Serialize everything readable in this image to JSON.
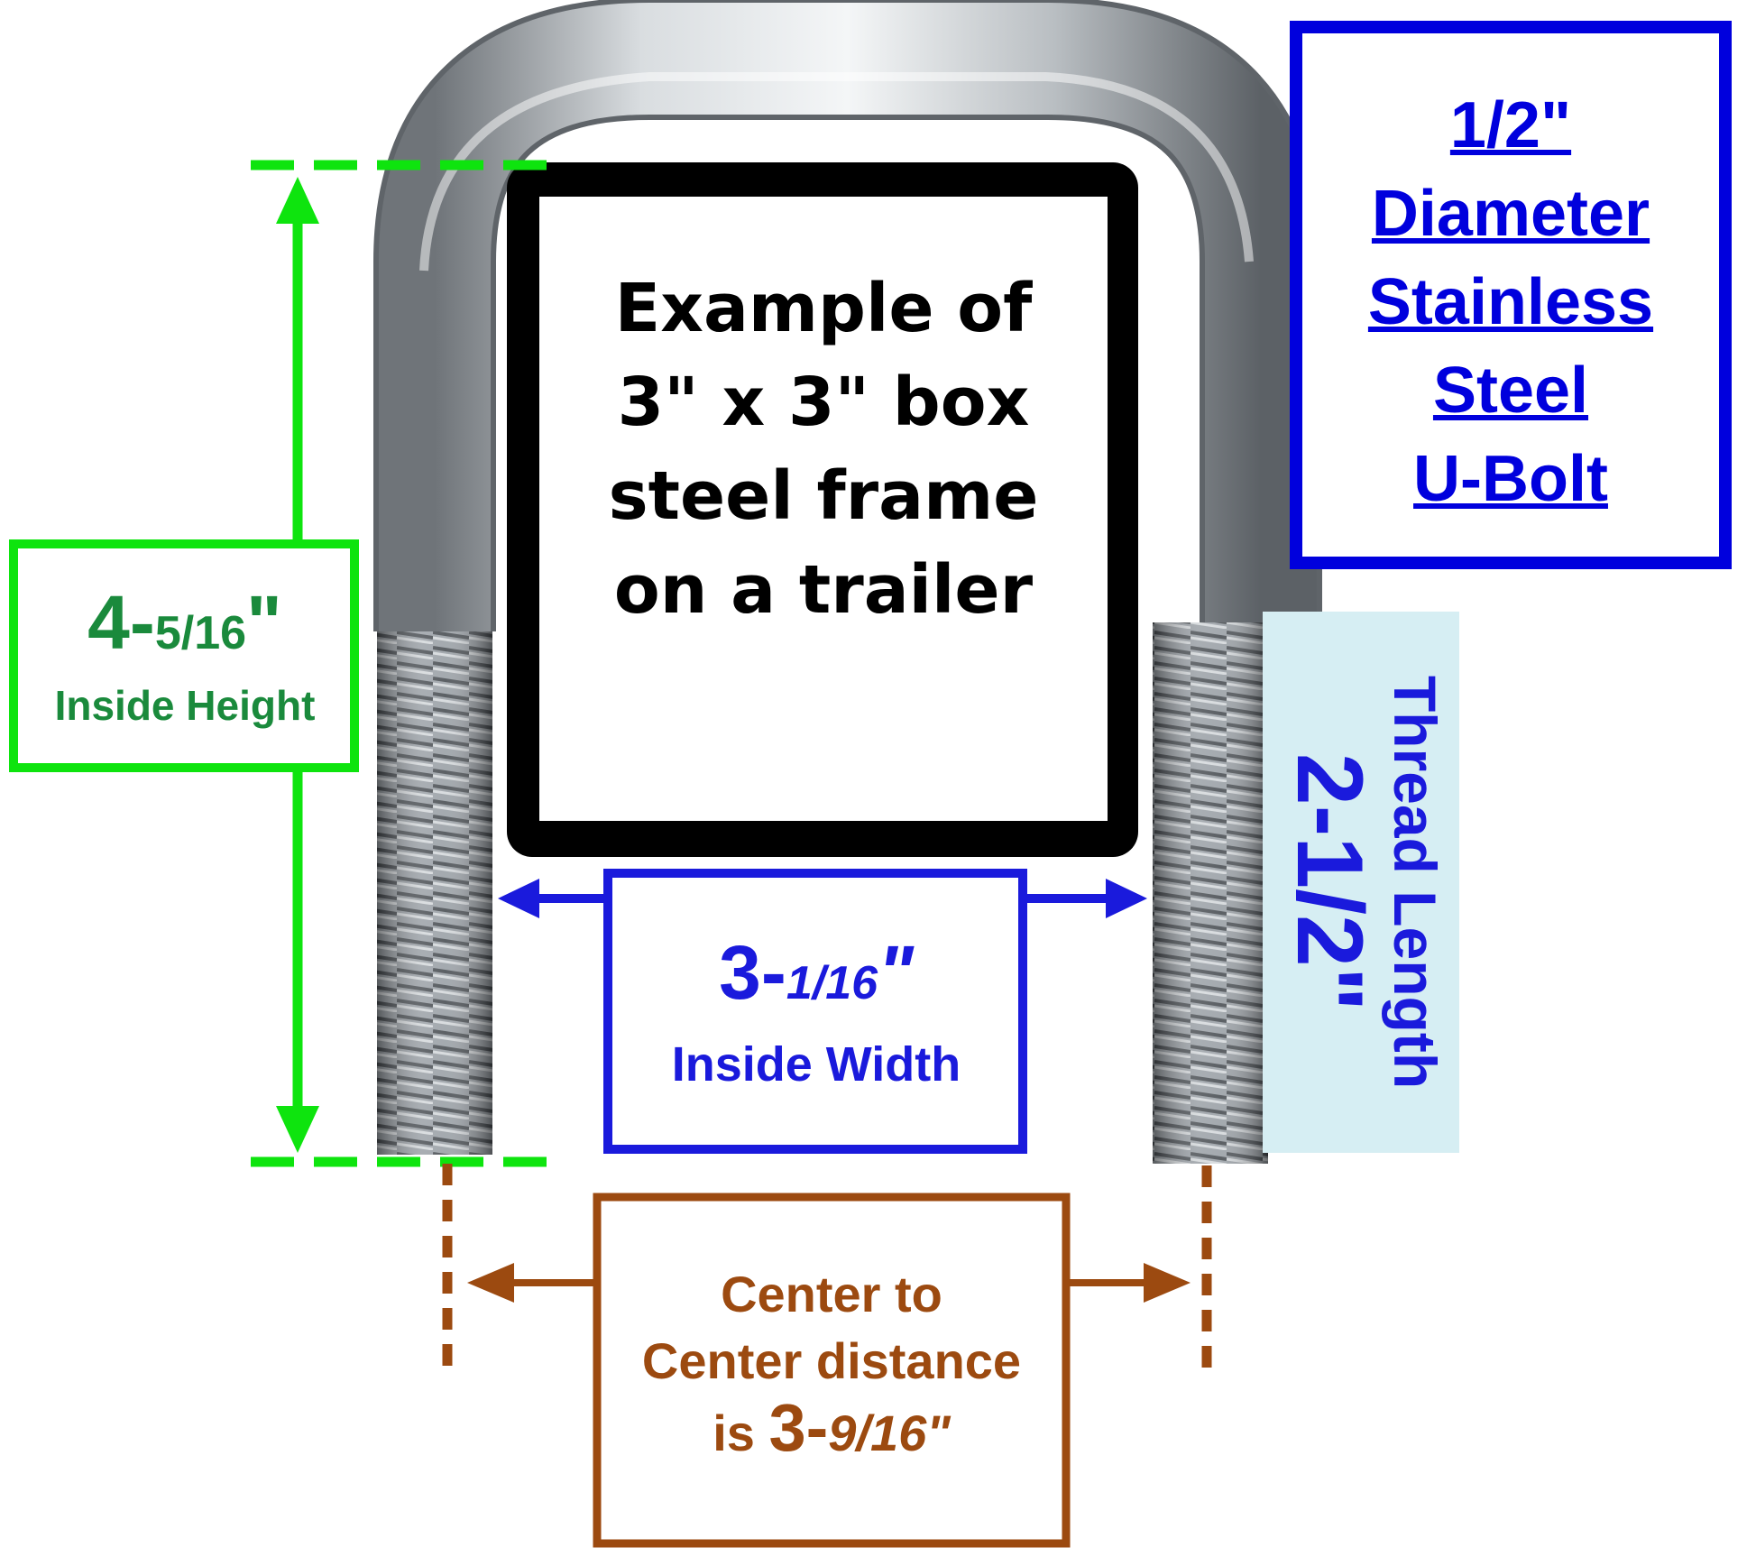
{
  "title_box": {
    "line1": "1/2\"",
    "line2": "Diameter",
    "line3": "Stainless",
    "line4": "Steel",
    "line5": "U-Bolt",
    "color": "#0000dd"
  },
  "frame_box": {
    "line1": "Example of",
    "line2": "3\" x 3\" box",
    "line3": "steel frame",
    "line4": "on a trailer"
  },
  "height_label": {
    "whole": "4-",
    "fraction": "5/16",
    "inch": "\"",
    "caption": "Inside Height",
    "color": "#0ee40e",
    "text_color": "#1a8a3c"
  },
  "width_label": {
    "whole": "3-",
    "fraction": "1/16",
    "inch": "\"",
    "caption": "Inside Width",
    "color": "#1a1adc"
  },
  "thread_label": {
    "caption": "Thread Length",
    "value": "2-1/2\"",
    "color": "#1a1adc",
    "bg_color": "#d6eef3"
  },
  "center_label": {
    "line1": "Center to",
    "line2": "Center distance",
    "line3_prefix": "is ",
    "line3_whole": "3-",
    "line3_fraction": "9/16\"",
    "color": "#9c4a10"
  }
}
